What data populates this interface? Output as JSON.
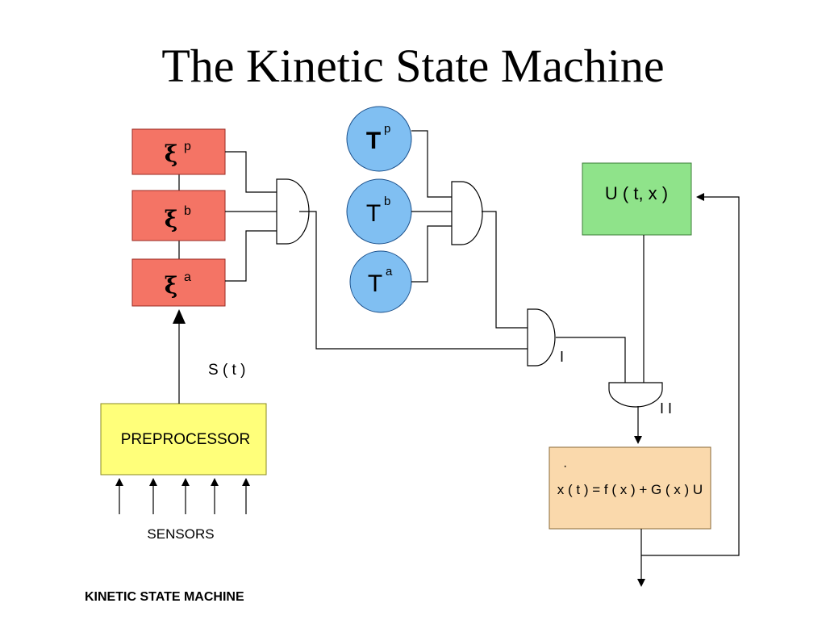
{
  "title": "The Kinetic State Machine",
  "colors": {
    "state_box": "#f47465",
    "tau_circle": "#80bff2",
    "control_box": "#8fe38a",
    "preprocessor_box": "#ffff7a",
    "dynamics_box": "#fad9ac"
  },
  "states": [
    {
      "symbol": "ξ",
      "sup": "p"
    },
    {
      "symbol": "ξ",
      "sup": "b"
    },
    {
      "symbol": "ξ",
      "sup": "a"
    }
  ],
  "timers": [
    {
      "symbol": "T",
      "sup": "p"
    },
    {
      "symbol": "T",
      "sup": "b"
    },
    {
      "symbol": "T",
      "sup": "a"
    }
  ],
  "signal_label": "S ( t )",
  "preprocessor_label": "PREPROCESSOR",
  "sensors_label": "SENSORS",
  "control_label": "U ( t, x )",
  "dynamics_label": "x ( t ) = f ( x ) + G ( x ) U",
  "gate_labels": {
    "gate_one": "I",
    "gate_two": "I I"
  },
  "caption": "KINETIC STATE MACHINE"
}
